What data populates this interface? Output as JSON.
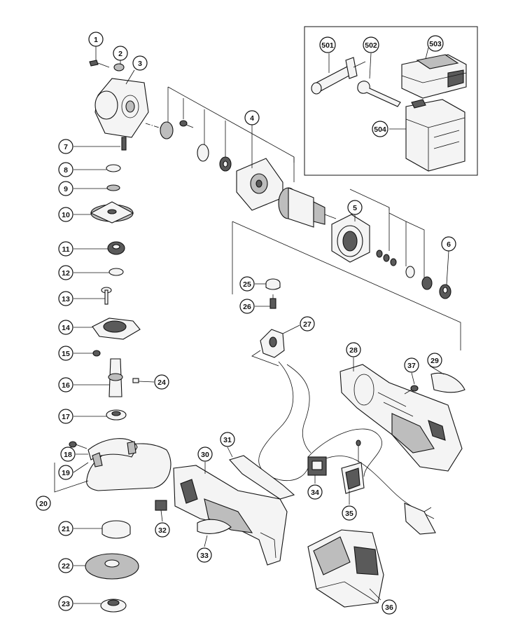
{
  "callouts": [
    {
      "label": "1"
    },
    {
      "label": "2"
    },
    {
      "label": "3"
    },
    {
      "label": "4"
    },
    {
      "label": "5"
    },
    {
      "label": "6"
    },
    {
      "label": "7"
    },
    {
      "label": "8"
    },
    {
      "label": "9"
    },
    {
      "label": "10"
    },
    {
      "label": "11"
    },
    {
      "label": "12"
    },
    {
      "label": "13"
    },
    {
      "label": "14"
    },
    {
      "label": "15"
    },
    {
      "label": "16"
    },
    {
      "label": "17"
    },
    {
      "label": "18"
    },
    {
      "label": "19"
    },
    {
      "label": "20"
    },
    {
      "label": "21"
    },
    {
      "label": "22"
    },
    {
      "label": "23"
    },
    {
      "label": "24"
    },
    {
      "label": "25"
    },
    {
      "label": "26"
    },
    {
      "label": "27"
    },
    {
      "label": "28"
    },
    {
      "label": "29"
    },
    {
      "label": "30"
    },
    {
      "label": "31"
    },
    {
      "label": "32"
    },
    {
      "label": "33"
    },
    {
      "label": "34"
    },
    {
      "label": "35"
    },
    {
      "label": "36"
    },
    {
      "label": "37"
    },
    {
      "label": "501"
    },
    {
      "label": "502"
    },
    {
      "label": "503"
    },
    {
      "label": "504"
    }
  ]
}
